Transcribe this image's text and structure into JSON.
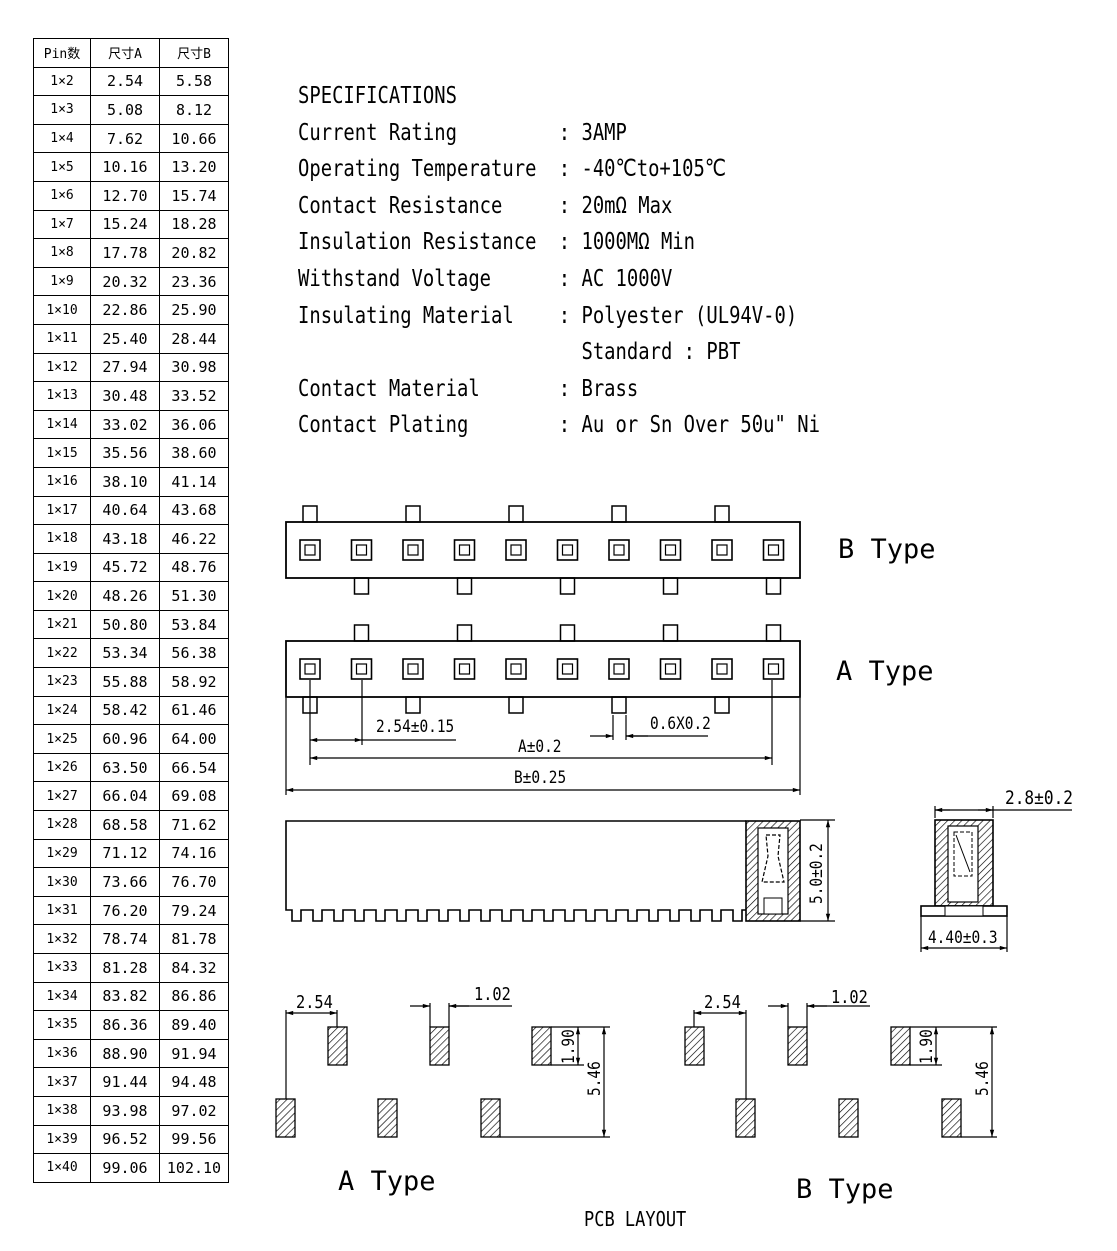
{
  "table": {
    "headers": [
      "Pin数",
      "尺寸A",
      "尺寸B"
    ],
    "rows": [
      [
        "1×2",
        "2.54",
        "5.58"
      ],
      [
        "1×3",
        "5.08",
        "8.12"
      ],
      [
        "1×4",
        "7.62",
        "10.66"
      ],
      [
        "1×5",
        "10.16",
        "13.20"
      ],
      [
        "1×6",
        "12.70",
        "15.74"
      ],
      [
        "1×7",
        "15.24",
        "18.28"
      ],
      [
        "1×8",
        "17.78",
        "20.82"
      ],
      [
        "1×9",
        "20.32",
        "23.36"
      ],
      [
        "1×10",
        "22.86",
        "25.90"
      ],
      [
        "1×11",
        "25.40",
        "28.44"
      ],
      [
        "1×12",
        "27.94",
        "30.98"
      ],
      [
        "1×13",
        "30.48",
        "33.52"
      ],
      [
        "1×14",
        "33.02",
        "36.06"
      ],
      [
        "1×15",
        "35.56",
        "38.60"
      ],
      [
        "1×16",
        "38.10",
        "41.14"
      ],
      [
        "1×17",
        "40.64",
        "43.68"
      ],
      [
        "1×18",
        "43.18",
        "46.22"
      ],
      [
        "1×19",
        "45.72",
        "48.76"
      ],
      [
        "1×20",
        "48.26",
        "51.30"
      ],
      [
        "1×21",
        "50.80",
        "53.84"
      ],
      [
        "1×22",
        "53.34",
        "56.38"
      ],
      [
        "1×23",
        "55.88",
        "58.92"
      ],
      [
        "1×24",
        "58.42",
        "61.46"
      ],
      [
        "1×25",
        "60.96",
        "64.00"
      ],
      [
        "1×26",
        "63.50",
        "66.54"
      ],
      [
        "1×27",
        "66.04",
        "69.08"
      ],
      [
        "1×28",
        "68.58",
        "71.62"
      ],
      [
        "1×29",
        "71.12",
        "74.16"
      ],
      [
        "1×30",
        "73.66",
        "76.70"
      ],
      [
        "1×31",
        "76.20",
        "79.24"
      ],
      [
        "1×32",
        "78.74",
        "81.78"
      ],
      [
        "1×33",
        "81.28",
        "84.32"
      ],
      [
        "1×34",
        "83.82",
        "86.86"
      ],
      [
        "1×35",
        "86.36",
        "89.40"
      ],
      [
        "1×36",
        "88.90",
        "91.94"
      ],
      [
        "1×37",
        "91.44",
        "94.48"
      ],
      [
        "1×38",
        "93.98",
        "97.02"
      ],
      [
        "1×39",
        "96.52",
        "99.56"
      ],
      [
        "1×40",
        "99.06",
        "102.10"
      ]
    ]
  },
  "specs": {
    "title": "SPECIFICATIONS",
    "items": [
      {
        "label": "Current Rating",
        "value": ": 3AMP"
      },
      {
        "label": "Operating Temperature",
        "value": ": -40℃to+105℃"
      },
      {
        "label": "Contact Resistance",
        "value": ": 20mΩ Max"
      },
      {
        "label": "Insulation Resistance",
        "value": ": 1000MΩ Min"
      },
      {
        "label": "Withstand Voltage",
        "value": ": AC 1000V"
      },
      {
        "label": "Insulating Material",
        "value": ": Polyester (UL94V-0)"
      },
      {
        "label": "",
        "value": "  Standard : PBT"
      },
      {
        "label": "Contact Material",
        "value": ": Brass"
      },
      {
        "label": "Contact Plating",
        "value": ": Au or Sn Over 50u\" Ni"
      }
    ]
  },
  "drawing": {
    "b_type_label": "B Type",
    "a_type_label": "A Type",
    "pitch_dim": "2.54±0.15",
    "pin_dim": "0.6X0.2",
    "a_dim": "A±0.2",
    "b_dim": "B±0.25",
    "height_dim": "5.0±0.2",
    "width_dim": "2.8±0.2",
    "foot_dim": "4.40±0.3",
    "pcb_pitch_a": "2.54",
    "pcb_pad_w_a": "1.02",
    "pcb_pad_h_a": "1.90",
    "pcb_row_a": "5.46",
    "pcb_pitch_b": "2.54",
    "pcb_pad_w_b": "1.02",
    "pcb_pad_h_b": "1.90",
    "pcb_row_b": "5.46",
    "pcb_a_label": "A Type",
    "pcb_b_label": "B Type",
    "pcb_title": "PCB LAYOUT"
  }
}
